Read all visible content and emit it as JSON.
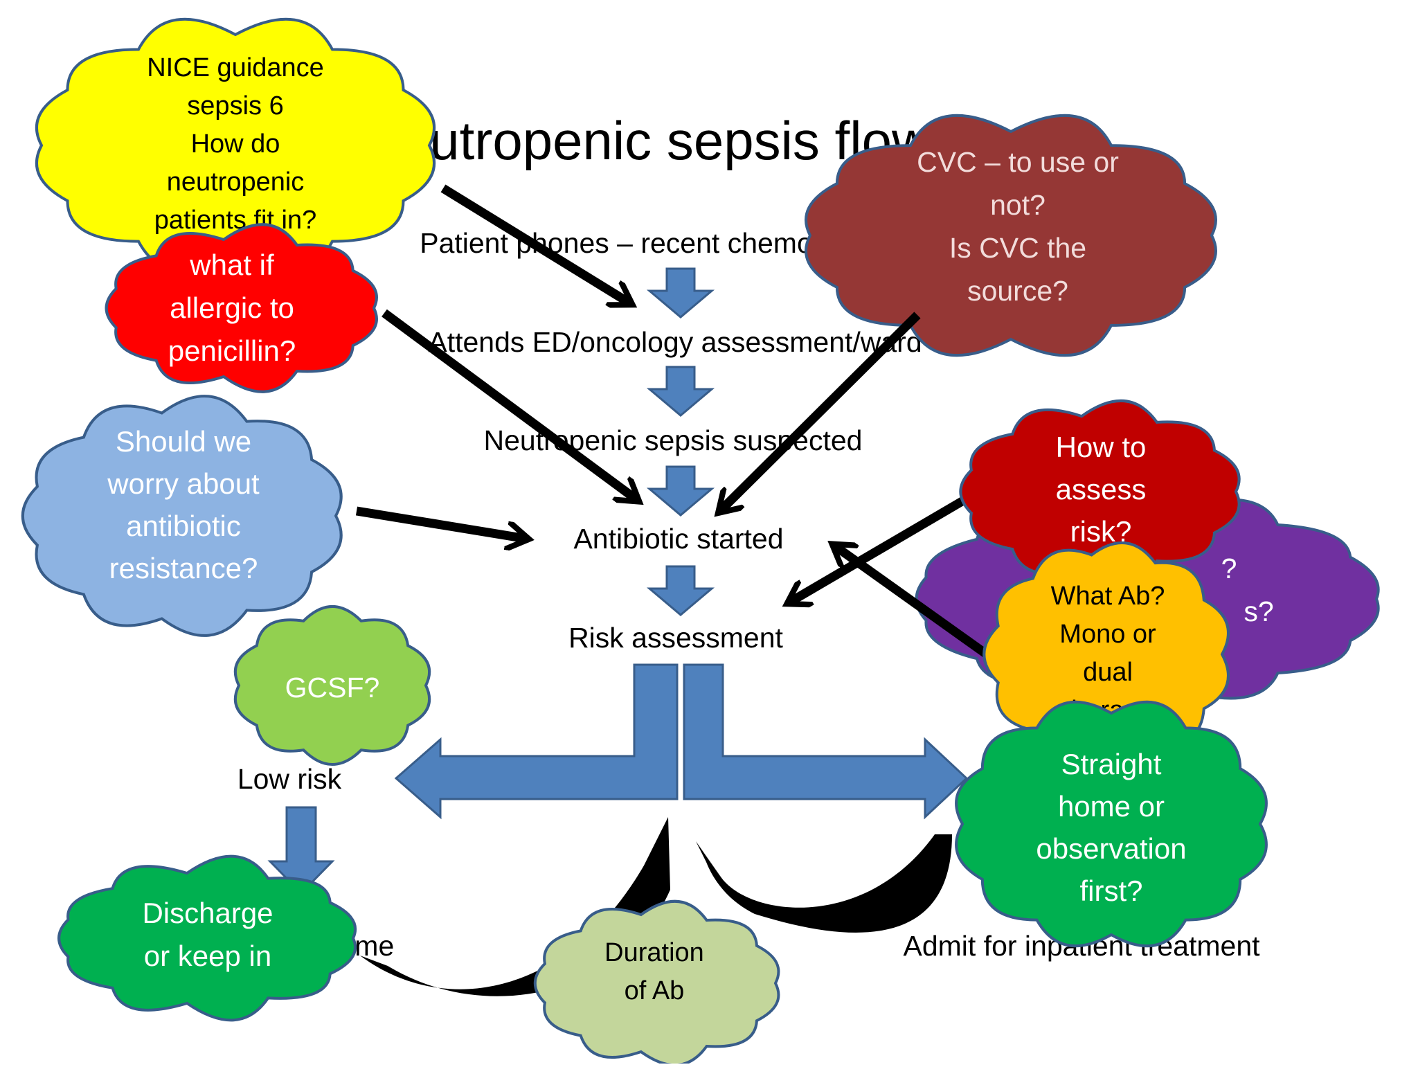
{
  "title": "Neutropenic sepsis flow chart",
  "flow": {
    "step1": "Patient phones – recent chemo",
    "step2": "Attends ED/oncology assessment/ward",
    "step3": "Neutropenic sepsis suspected",
    "step4": "Antibiotic started",
    "step5": "Risk assessment",
    "low_risk": "Low risk",
    "discharge_home": "Discharge home",
    "admit": "Admit for inpatient treatment"
  },
  "clouds": {
    "nice": [
      "NICE guidance",
      "sepsis 6",
      "How do",
      "neutropenic",
      "patients fit in?"
    ],
    "allergy": [
      "what if",
      "allergic to",
      "penicillin?"
    ],
    "cvc": [
      "CVC – to use or",
      "not?",
      "Is CVC the",
      "source?"
    ],
    "resistance": [
      "Should we",
      "worry about",
      "antibiotic",
      "resistance?"
    ],
    "assess_risk": [
      "How to",
      "assess",
      "risk?"
    ],
    "purple_fragments": [
      "?",
      "s?"
    ],
    "what_ab": [
      "What Ab?",
      "Mono or",
      "dual",
      "therapy"
    ],
    "gcsf": [
      "GCSF?"
    ],
    "straight_home": [
      "Straight",
      "home or",
      "observation",
      "first?"
    ],
    "discharge": [
      "Discharge",
      "or keep in"
    ],
    "duration": [
      "Duration",
      "of Ab"
    ]
  },
  "colors": {
    "flow_arrow": "#4f81bd",
    "flow_arrow_stroke": "#385d8a",
    "nice": "#ffff00",
    "allergy": "#ff0000",
    "cvc": "#953735",
    "resistance": "#8db3e2",
    "assess_risk": "#c00000",
    "purple": "#7030a0",
    "what_ab": "#ffc000",
    "gcsf": "#92d050",
    "straight_home": "#00b050",
    "discharge": "#00b050",
    "duration": "#c3d69b",
    "cloud_stroke": "#385d8a"
  }
}
